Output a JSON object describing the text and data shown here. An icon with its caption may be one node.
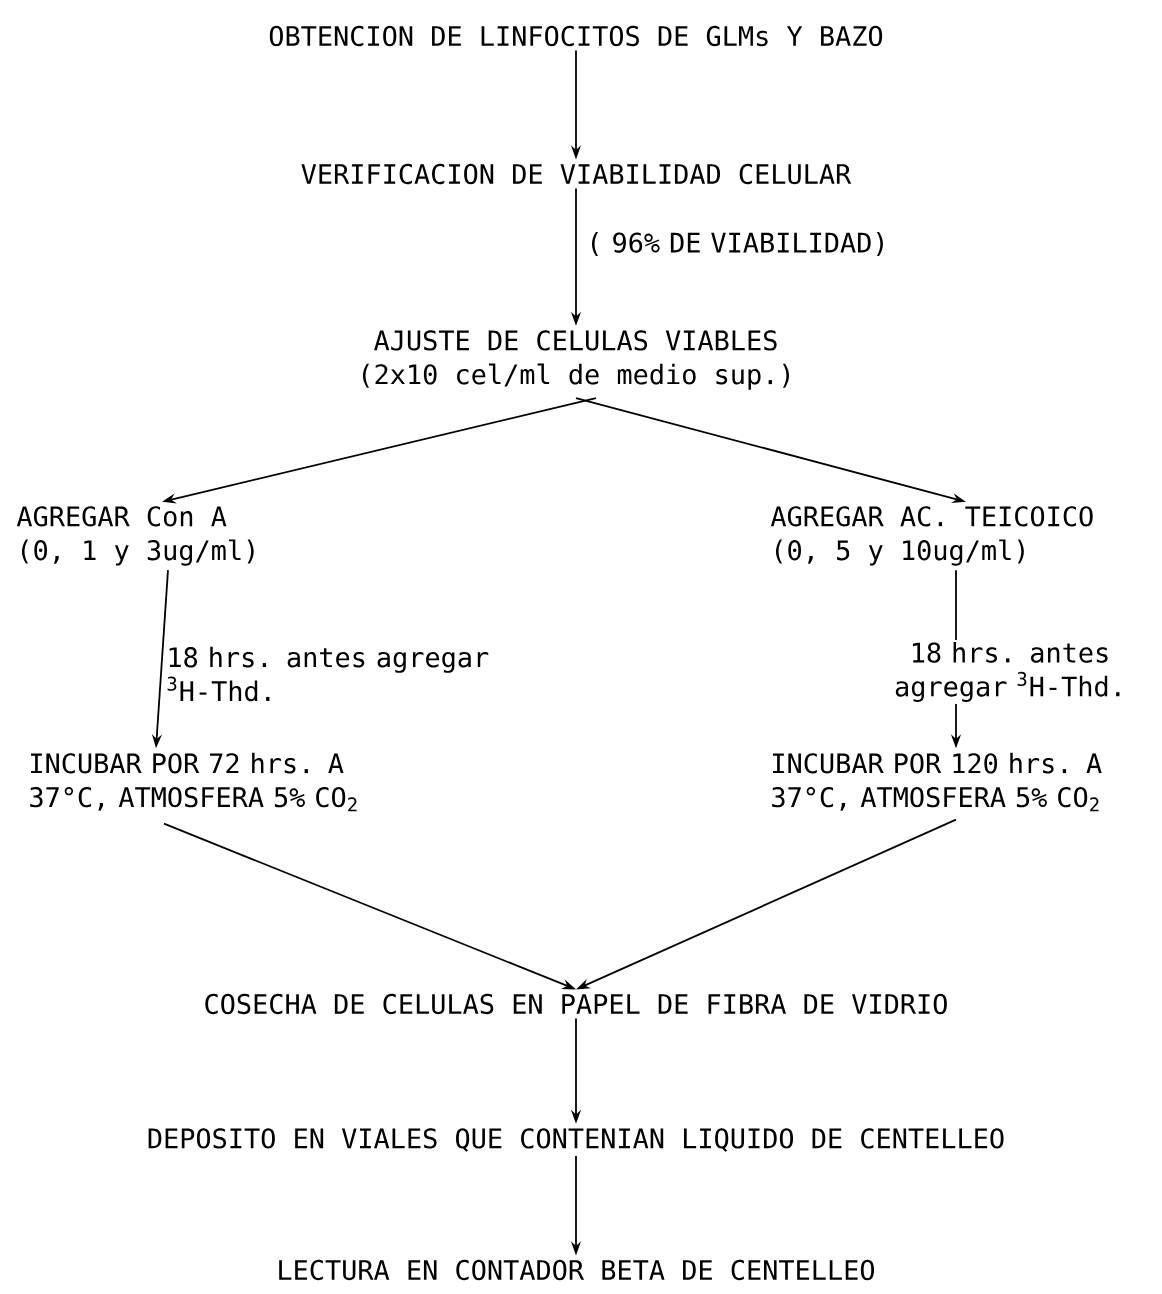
{
  "diagram": {
    "nodes": [
      {
        "text": [
          "OBTENCION DE LINFOCITOS DE GLMs Y BAZO"
        ]
      },
      {
        "text": [
          "VERIFICACION DE VIABILIDAD CELULAR"
        ]
      },
      {
        "text": [
          "AJUSTE DE CELULAS VIABLES",
          "(2x10 cel/ml de medio sup.)"
        ]
      },
      {
        "text": [
          "AGREGAR  Con  A",
          "(0, 1 y 3ug/ml)"
        ]
      },
      {
        "text": [
          "AGREGAR  AC. TEICOICO",
          "(0, 5 y 10ug/ml)"
        ]
      },
      {
        "text": [
          "INCUBAR POR 72 hrs. A 37°C, ATMOSFERA 5% CO$_{2}$"
        ]
      },
      {
        "text": [
          "INCUBAR POR 120 hrs. A 37°C, ATMOSFERA 5% CO$_{2}$"
        ]
      },
      {
        "text": [
          "COSECHA DE CELULAS EN PAPEL DE FIBRA DE VIDRIO"
        ]
      },
      {
        "text": [
          "DEPOSITO EN VIALES QUE CONTENIAN LIQUIDO DE CENTELLEO"
        ]
      },
      {
        "text": [
          "LECTURA EN CONTADOR BETA DE CENTELLEO"
        ]
      }
    ],
    "edges": [
      {
        "from": 0,
        "to": 1,
        "arrow": "to"
      },
      {
        "from": 1,
        "to": 2,
        "arrow": "to",
        "label": "( 96% DE VIABILIDAD)"
      },
      {
        "from": 2,
        "to": 3,
        "arrow": "to"
      },
      {
        "from": 2,
        "to": 4,
        "arrow": "to"
      },
      {
        "from": 3,
        "to": 5,
        "arrow": "to",
        "label": "18 hrs. antes agregar $^{3}$H-Thd."
      },
      {
        "from": 4,
        "to": 6,
        "arrow": "to",
        "label": "18 hrs. antes agregar $^{3}$H-Thd."
      },
      {
        "from": 5,
        "to": 7,
        "arrow": "to"
      },
      {
        "from": 6,
        "to": 7,
        "arrow": "to"
      },
      {
        "from": 7,
        "to": 8,
        "arrow": "to"
      },
      {
        "from": 8,
        "to": 9,
        "arrow": "to"
      }
    ]
  }
}
